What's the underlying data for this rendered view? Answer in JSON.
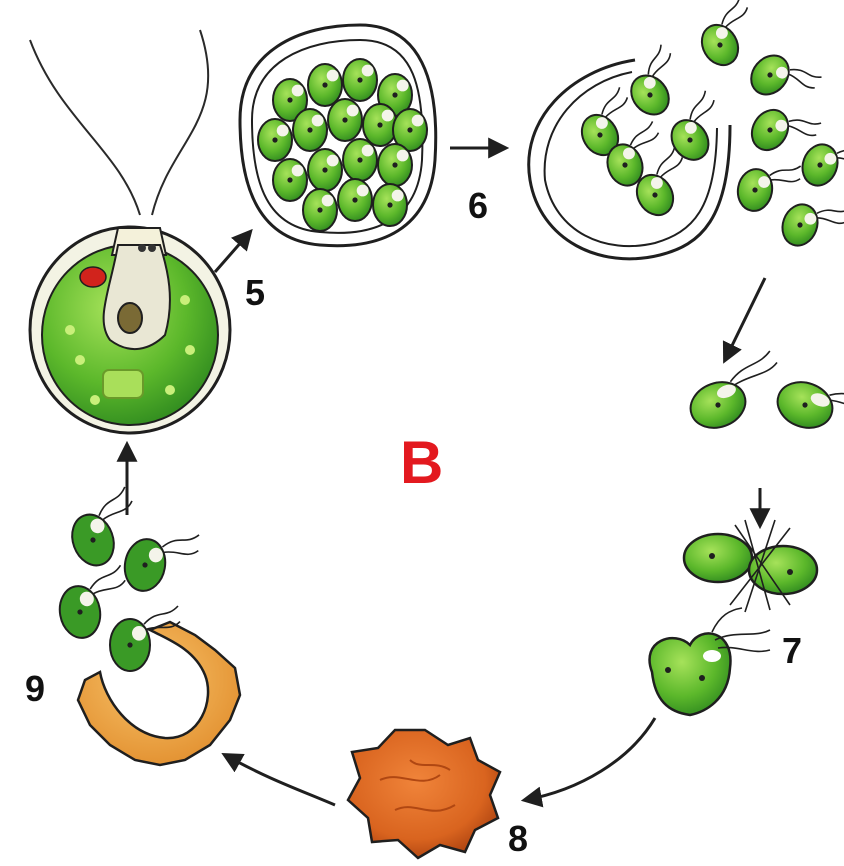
{
  "diagram": {
    "center_letter": "B",
    "stage_labels": [
      "5",
      "6",
      "7",
      "8",
      "9"
    ]
  },
  "colors": {
    "cell_green": "#5cb82b",
    "cell_dark_green": "#2f8a1f",
    "outline": "#1f1f1f",
    "eyespot_red": "#d1231c",
    "zygote_orange": "#d9641f",
    "spore_wall": "#e8a245",
    "letter_red": "#e3191f"
  }
}
